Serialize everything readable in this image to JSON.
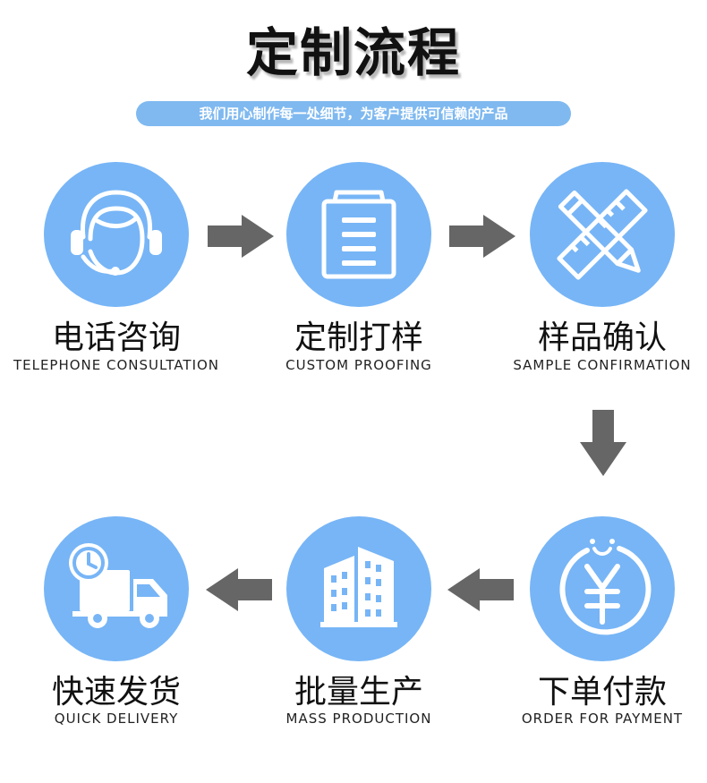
{
  "header": {
    "title": "定制流程",
    "subtitle": "我们用心制作每一处细节，为客户提供可信赖的产品"
  },
  "steps": [
    {
      "name_zh": "电话咨询",
      "name_en": "TELEPHONE CONSULTATION",
      "icon": "headset-icon"
    },
    {
      "name_zh": "定制打样",
      "name_en": "CUSTOM PROOFING",
      "icon": "clipboard-icon"
    },
    {
      "name_zh": "样品确认",
      "name_en": "SAMPLE CONFIRMATION",
      "icon": "pencil-ruler-icon"
    },
    {
      "name_zh": "下单付款",
      "name_en": "ORDER FOR PAYMENT",
      "icon": "yuan-icon"
    },
    {
      "name_zh": "批量生产",
      "name_en": "MASS PRODUCTION",
      "icon": "buildings-icon"
    },
    {
      "name_zh": "快速发货",
      "name_en": "QUICK DELIVERY",
      "icon": "delivery-truck-icon"
    }
  ],
  "colors": {
    "circle": "#77b5f6",
    "subtitle_bg": "#7fb9f0",
    "arrow": "#666666",
    "text": "#111111"
  }
}
